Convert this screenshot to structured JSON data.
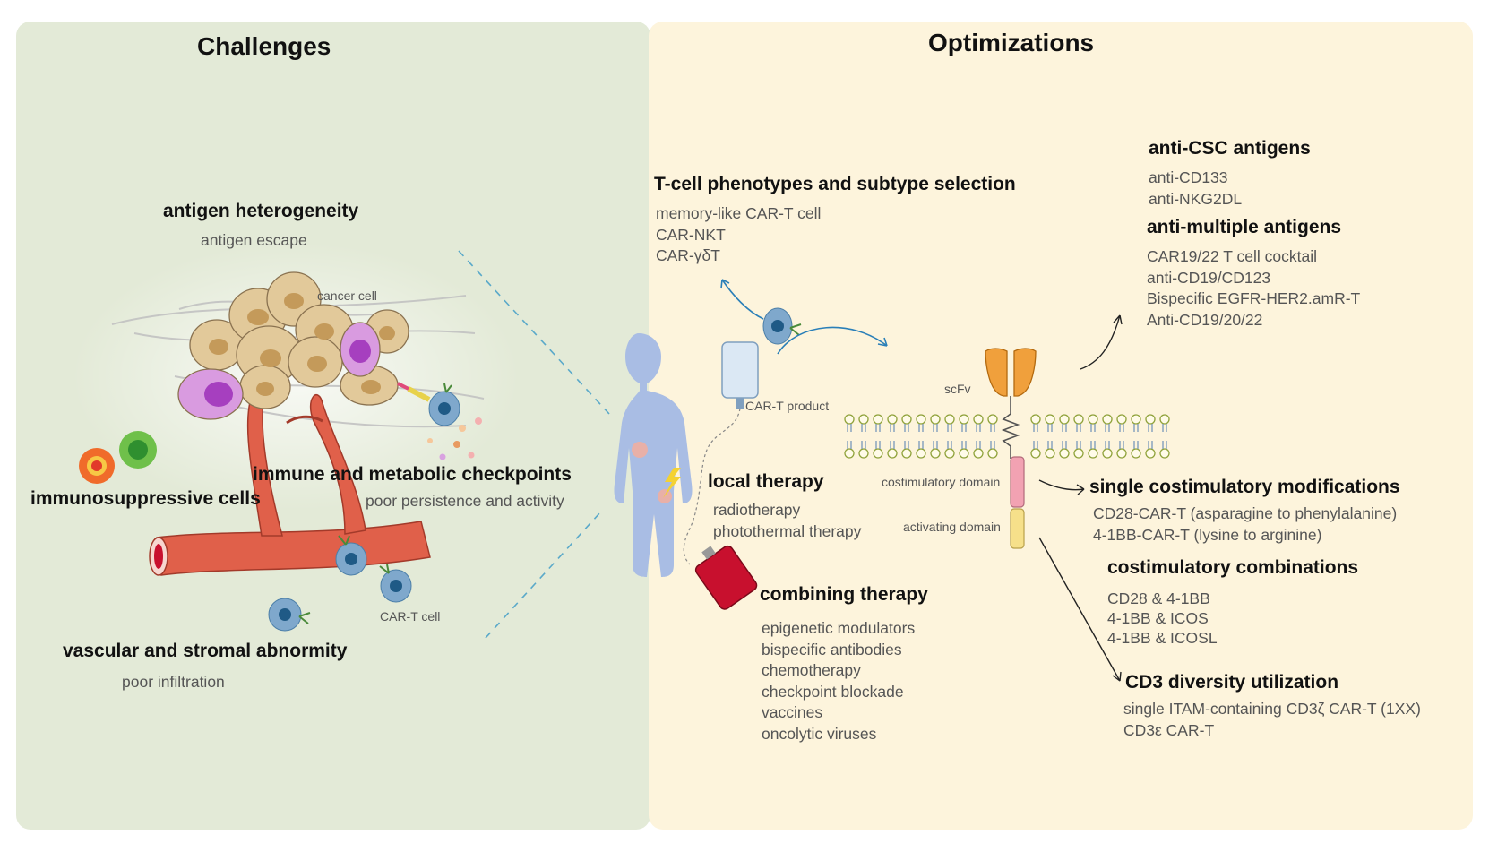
{
  "challenges": {
    "title": "Challenges",
    "antigen": {
      "heading": "antigen heterogeneity",
      "detail": "antigen escape"
    },
    "immunosuppressive": {
      "heading": "immunosuppressive cells"
    },
    "checkpoints": {
      "heading": "immune and metabolic checkpoints",
      "detail": "poor persistence and activity"
    },
    "vascular": {
      "heading": "vascular and stromal abnormity",
      "detail": "poor infiltration"
    },
    "labels": {
      "cancer_cell": "cancer cell",
      "car_t_cell": "CAR-T cell"
    }
  },
  "optimizations": {
    "title": "Optimizations",
    "tcell": {
      "heading": "T-cell phenotypes and subtype selection",
      "items": [
        "memory-like CAR-T cell",
        "CAR-NKT",
        "CAR-γδT"
      ]
    },
    "local": {
      "heading": "local therapy",
      "items": [
        "radiotherapy",
        "photothermal therapy"
      ]
    },
    "combining": {
      "heading": "combining therapy",
      "items": [
        "epigenetic modulators",
        "bispecific antibodies",
        "chemotherapy",
        "checkpoint blockade",
        "vaccines",
        "oncolytic viruses"
      ]
    },
    "anti_csc": {
      "heading": "anti-CSC antigens",
      "items": [
        "anti-CD133",
        "anti-NKG2DL"
      ]
    },
    "anti_multi": {
      "heading": "anti-multiple antigens",
      "items": [
        "CAR19/22 T cell cocktail",
        "anti-CD19/CD123",
        "Bispecific EGFR-HER2.amR-T",
        "Anti-CD19/20/22"
      ]
    },
    "single_costim": {
      "heading": "single costimulatory modifications",
      "items": [
        "CD28-CAR-T (asparagine to phenylalanine)",
        "4-1BB-CAR-T (lysine to arginine)"
      ]
    },
    "costim_comb": {
      "heading": "costimulatory combinations",
      "items": [
        "CD28 & 4-1BB",
        "4-1BB & ICOS",
        "4-1BB & ICOSL"
      ]
    },
    "cd3": {
      "heading": "CD3 diversity utilization",
      "items": [
        "single ITAM-containing CD3ζ CAR-T (1XX)",
        "CD3ε CAR-T"
      ]
    },
    "labels": {
      "car_t_product": "CAR-T product",
      "scfv": "scFv",
      "costimulatory_domain": "costimulatory domain",
      "activating_domain": "activating domain"
    }
  },
  "colors": {
    "left_panel": "#e3ead7",
    "right_panel": "#fdf4dc",
    "vessel": "#e0604a",
    "cancer_cell": "#e2c99a",
    "human": "#a9bde4",
    "costim_domain": "#f2a2b2",
    "activating_domain": "#f6e08a",
    "scfv": "#f0a03c"
  }
}
